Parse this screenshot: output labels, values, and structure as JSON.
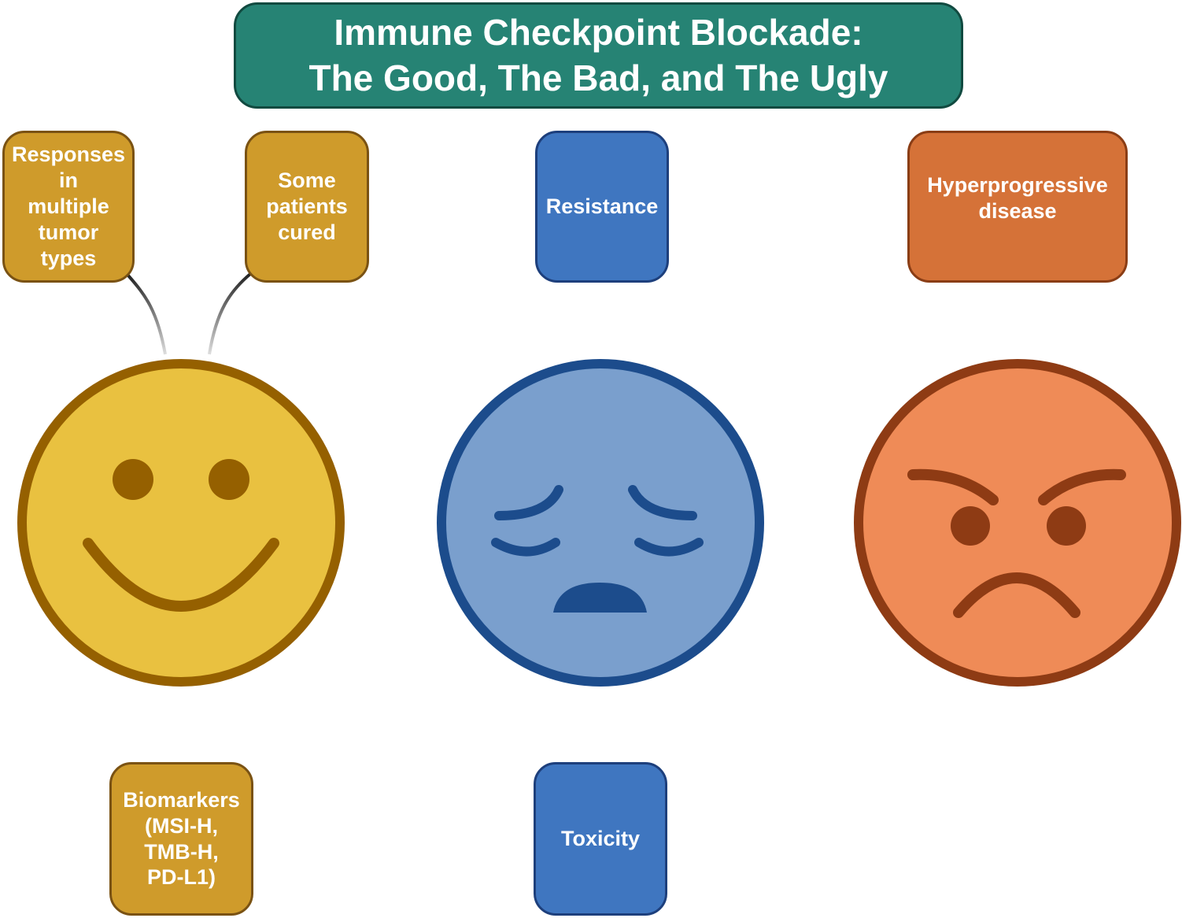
{
  "title": {
    "line1": "Immune Checkpoint Blockade:",
    "line2": "The Good, The Bad, and The Ugly"
  },
  "good": {
    "responses": "Responses\nin\nmultiple\ntumor\ntypes",
    "cured": "Some\npatients\ncured",
    "biomarkers": "Biomarkers\n(MSI-H,\nTMB-H,\nPD-L1)"
  },
  "bad": {
    "resistance": "Resistance",
    "toxicity": "Toxicity"
  },
  "ugly": {
    "hyperprogressive": "Hyperprogressive\ndisease"
  },
  "colors": {
    "title_fill": "#268374",
    "good_box": "#cf9b2b",
    "good_face": "#e9c140",
    "good_outline": "#956000",
    "bad_box": "#3f76c0",
    "bad_face": "#7a9fcd",
    "bad_outline": "#1c4c8c",
    "ugly_box": "#d57238",
    "ugly_face": "#ef8b57",
    "ugly_outline": "#8e3b14"
  },
  "icons": {
    "good_face": "smiling-face-icon",
    "bad_face": "sad-face-icon",
    "ugly_face": "angry-face-icon"
  }
}
